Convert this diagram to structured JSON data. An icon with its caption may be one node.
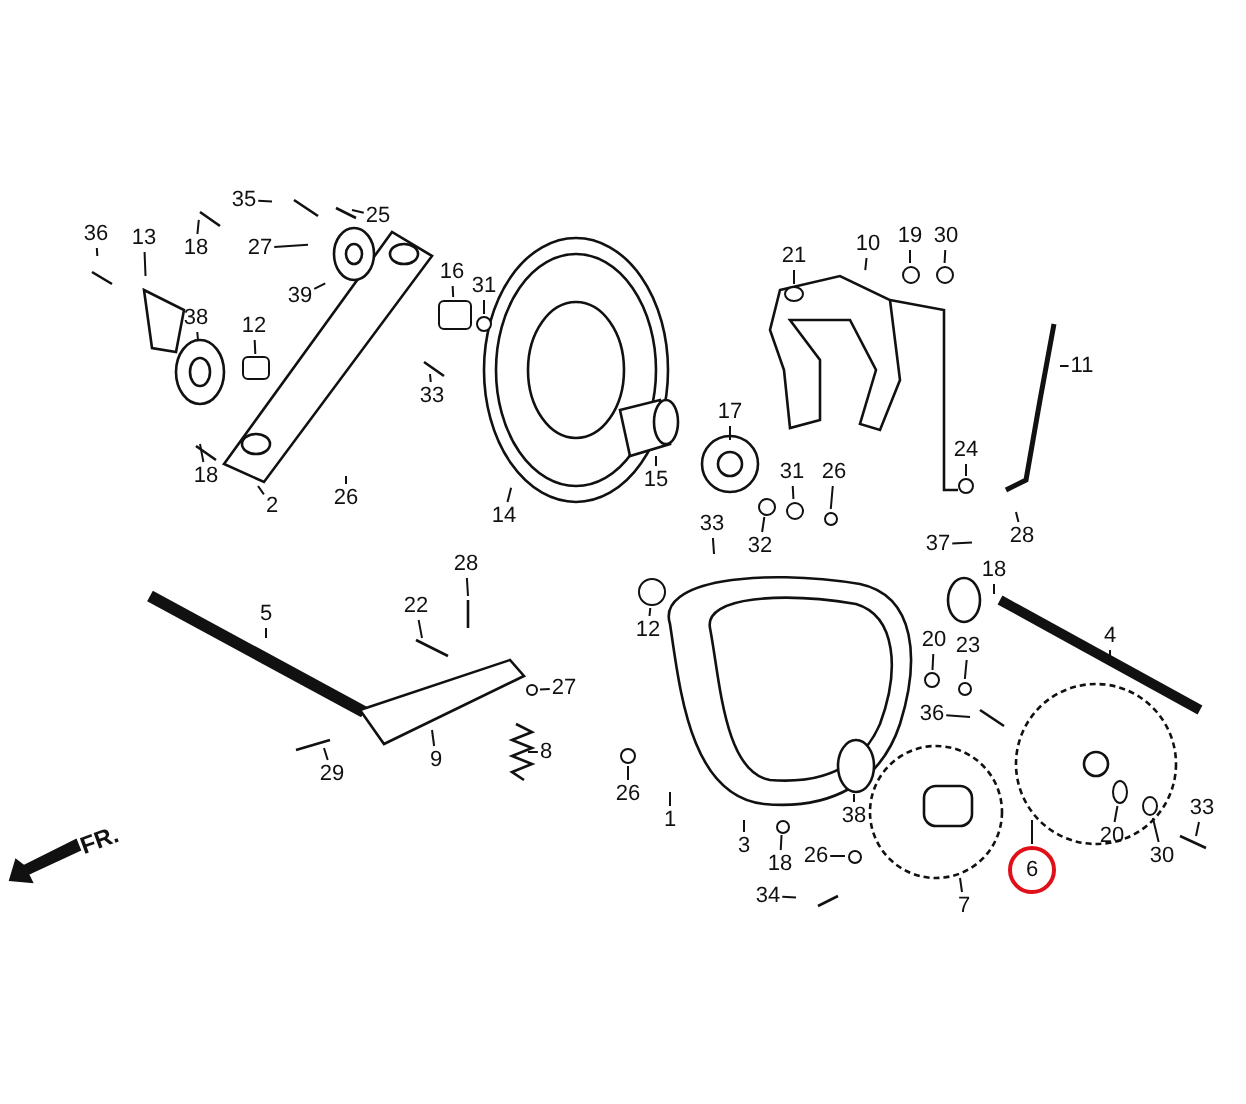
{
  "diagram": {
    "nodes": [
      {
        "text": [
          "36"
        ]
      },
      {
        "text": [
          "13"
        ]
      },
      {
        "text": [
          "18"
        ]
      },
      {
        "text": [
          "35"
        ]
      },
      {
        "text": [
          "25"
        ]
      },
      {
        "text": [
          "27"
        ]
      },
      {
        "text": [
          "39"
        ]
      },
      {
        "text": [
          "38"
        ]
      },
      {
        "text": [
          "12"
        ]
      },
      {
        "text": [
          "16"
        ]
      },
      {
        "text": [
          "31"
        ]
      },
      {
        "text": [
          "33"
        ]
      },
      {
        "text": [
          "18"
        ]
      },
      {
        "text": [
          "2"
        ]
      },
      {
        "text": [
          "26"
        ]
      },
      {
        "text": [
          "14"
        ]
      },
      {
        "text": [
          "21"
        ]
      },
      {
        "text": [
          "10"
        ]
      },
      {
        "text": [
          "19"
        ]
      },
      {
        "text": [
          "30"
        ]
      },
      {
        "text": [
          "11"
        ]
      },
      {
        "text": [
          "17"
        ]
      },
      {
        "text": [
          "15"
        ]
      },
      {
        "text": [
          "24"
        ]
      },
      {
        "text": [
          "31"
        ]
      },
      {
        "text": [
          "26"
        ]
      },
      {
        "text": [
          "32"
        ]
      },
      {
        "text": [
          "33"
        ]
      },
      {
        "text": [
          "28"
        ]
      },
      {
        "text": [
          "37"
        ]
      },
      {
        "text": [
          "18"
        ]
      },
      {
        "text": [
          "28"
        ]
      },
      {
        "text": [
          "5"
        ]
      },
      {
        "text": [
          "22"
        ]
      },
      {
        "text": [
          "12"
        ]
      },
      {
        "text": [
          "4"
        ]
      },
      {
        "text": [
          "27"
        ]
      },
      {
        "text": [
          "20"
        ]
      },
      {
        "text": [
          "23"
        ]
      },
      {
        "text": [
          "36"
        ]
      },
      {
        "text": [
          "9"
        ]
      },
      {
        "text": [
          "8"
        ]
      },
      {
        "text": [
          "29"
        ]
      },
      {
        "text": [
          "26"
        ]
      },
      {
        "text": [
          "33"
        ]
      },
      {
        "text": [
          "1"
        ]
      },
      {
        "text": [
          "38"
        ]
      },
      {
        "text": [
          "20"
        ]
      },
      {
        "text": [
          "30"
        ]
      },
      {
        "text": [
          "3"
        ]
      },
      {
        "text": [
          "18"
        ]
      },
      {
        "text": [
          "26"
        ]
      },
      {
        "text": [
          "6"
        ]
      },
      {
        "text": [
          "7"
        ]
      },
      {
        "text": [
          "34"
        ]
      },
      {
        "text": [],
        "shape": "box"
      },
      {
        "text": [],
        "shape": "box"
      },
      {
        "text": [],
        "shape": "circle"
      },
      {
        "text": [],
        "shape": "circle"
      },
      {
        "text": [],
        "shape": "circle"
      },
      {
        "text": [],
        "shape": "circle"
      },
      {
        "text": [],
        "shape": "circle"
      },
      {
        "text": [],
        "shape": "circle"
      },
      {
        "text": [],
        "shape": "circle"
      },
      {
        "text": [],
        "shape": "circle"
      },
      {
        "text": [],
        "shape": "circle"
      },
      {
        "text": [],
        "shape": "circle"
      },
      {
        "text": [],
        "shape": "circle"
      },
      {
        "text": [],
        "shape": "circle"
      },
      {
        "text": [],
        "shape": "circle"
      },
      {
        "text": [],
        "shape": "circle"
      },
      {
        "text": [],
        "shape": "circle"
      },
      {
        "text": [],
        "shape": "circle"
      },
      {
        "text": [],
        "shape": "circle"
      }
    ],
    "edges": [
      {
        "from": 0,
        "to": null,
        "arrow": "none"
      },
      {
        "from": 1,
        "to": null,
        "arrow": "none"
      },
      {
        "from": 2,
        "to": null,
        "arrow": "none"
      },
      {
        "from": 3,
        "to": null,
        "arrow": "none"
      },
      {
        "from": 4,
        "to": null,
        "arrow": "none"
      },
      {
        "from": 5,
        "to": null,
        "arrow": "none"
      },
      {
        "from": 6,
        "to": null,
        "arrow": "none"
      },
      {
        "from": 7,
        "to": null,
        "arrow": "none"
      },
      {
        "from": 8,
        "to": 55,
        "arrow": "none"
      },
      {
        "from": 9,
        "to": 56,
        "arrow": "none"
      },
      {
        "from": 10,
        "to": 57,
        "arrow": "none"
      },
      {
        "from": 11,
        "to": null,
        "arrow": "none"
      },
      {
        "from": 12,
        "to": null,
        "arrow": "none"
      },
      {
        "from": 13,
        "to": null,
        "arrow": "none"
      },
      {
        "from": 14,
        "to": null,
        "arrow": "none"
      },
      {
        "from": 15,
        "to": null,
        "arrow": "none"
      },
      {
        "from": 16,
        "to": 58,
        "arrow": "none"
      },
      {
        "from": 17,
        "to": null,
        "arrow": "none"
      },
      {
        "from": 18,
        "to": 59,
        "arrow": "none"
      },
      {
        "from": 19,
        "to": 60,
        "arrow": "none"
      },
      {
        "from": 20,
        "to": null,
        "arrow": "none"
      },
      {
        "from": 21,
        "to": null,
        "arrow": "none"
      },
      {
        "from": 22,
        "to": null,
        "arrow": "none"
      },
      {
        "from": 23,
        "to": 61,
        "arrow": "none"
      },
      {
        "from": 24,
        "to": 62,
        "arrow": "none"
      },
      {
        "from": 25,
        "to": 63,
        "arrow": "none"
      },
      {
        "from": 26,
        "to": 64,
        "arrow": "none"
      },
      {
        "from": 27,
        "to": null,
        "arrow": "none"
      },
      {
        "from": 28,
        "to": null,
        "arrow": "none"
      },
      {
        "from": 29,
        "to": null,
        "arrow": "none"
      },
      {
        "from": 30,
        "to": null,
        "arrow": "none"
      },
      {
        "from": 31,
        "to": null,
        "arrow": "none"
      },
      {
        "from": 32,
        "to": null,
        "arrow": "none"
      },
      {
        "from": 33,
        "to": null,
        "arrow": "none"
      },
      {
        "from": 34,
        "to": 65,
        "arrow": "none"
      },
      {
        "from": 35,
        "to": null,
        "arrow": "none"
      },
      {
        "from": 36,
        "to": 66,
        "arrow": "none"
      },
      {
        "from": 37,
        "to": 67,
        "arrow": "none"
      },
      {
        "from": 38,
        "to": 68,
        "arrow": "none"
      },
      {
        "from": 39,
        "to": null,
        "arrow": "none"
      },
      {
        "from": 40,
        "to": null,
        "arrow": "none"
      },
      {
        "from": 41,
        "to": null,
        "arrow": "none"
      },
      {
        "from": 42,
        "to": null,
        "arrow": "none"
      },
      {
        "from": 43,
        "to": 69,
        "arrow": "none"
      },
      {
        "from": 44,
        "to": null,
        "arrow": "none"
      },
      {
        "from": 45,
        "to": null,
        "arrow": "none"
      },
      {
        "from": 46,
        "to": null,
        "arrow": "none"
      },
      {
        "from": 47,
        "to": 72,
        "arrow": "none"
      },
      {
        "from": 48,
        "to": 73,
        "arrow": "none"
      },
      {
        "from": 49,
        "to": null,
        "arrow": "none"
      },
      {
        "from": 50,
        "to": 70,
        "arrow": "none"
      },
      {
        "from": 51,
        "to": 71,
        "arrow": "none"
      },
      {
        "from": 52,
        "to": null,
        "arrow": "none"
      },
      {
        "from": 53,
        "to": null,
        "arrow": "none"
      },
      {
        "from": 54,
        "to": null,
        "arrow": "none"
      }
    ],
    "labels": [
      "FR."
    ]
  }
}
